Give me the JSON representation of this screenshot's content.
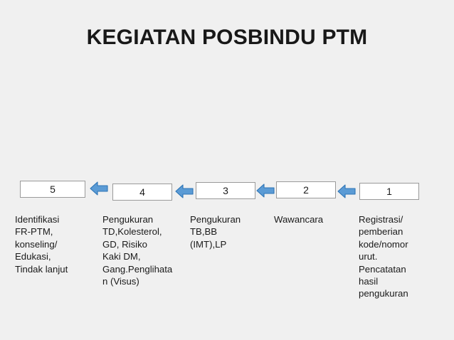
{
  "slide": {
    "title": "KEGIATAN POSBINDU PTM",
    "background_color": "#f0f0f0",
    "text_color": "#1a1a1a"
  },
  "theme": {
    "arrow_fill": "#5b9bd5",
    "arrow_stroke": "#2e75b6",
    "box_fill": "#ffffff",
    "box_border": "#9a9a9a"
  },
  "flow": {
    "direction": "right-to-left",
    "steps": [
      {
        "number": "5",
        "caption": "Identifikasi\nFR-PTM,\nkonseling/\nEdukasi,\nTindak lanjut"
      },
      {
        "number": "4",
        "caption": "Pengukuran\nTD,Kolesterol,\nGD, Risiko\nKaki DM,\nGang.Penglihata\nn (Visus)"
      },
      {
        "number": "3",
        "caption": "Pengukuran\nTB,BB\n(IMT),LP"
      },
      {
        "number": "2",
        "caption": "Wawancara"
      },
      {
        "number": "1",
        "caption": "Registrasi/\npemberian\nkode/nomor\nurut.\nPencatatan\nhasil\npengukuran"
      }
    ],
    "arrows": [
      {
        "name": "arrow-from-4-to-5"
      },
      {
        "name": "arrow-from-3-to-4"
      },
      {
        "name": "arrow-from-2-to-3"
      },
      {
        "name": "arrow-from-1-to-2"
      }
    ]
  }
}
